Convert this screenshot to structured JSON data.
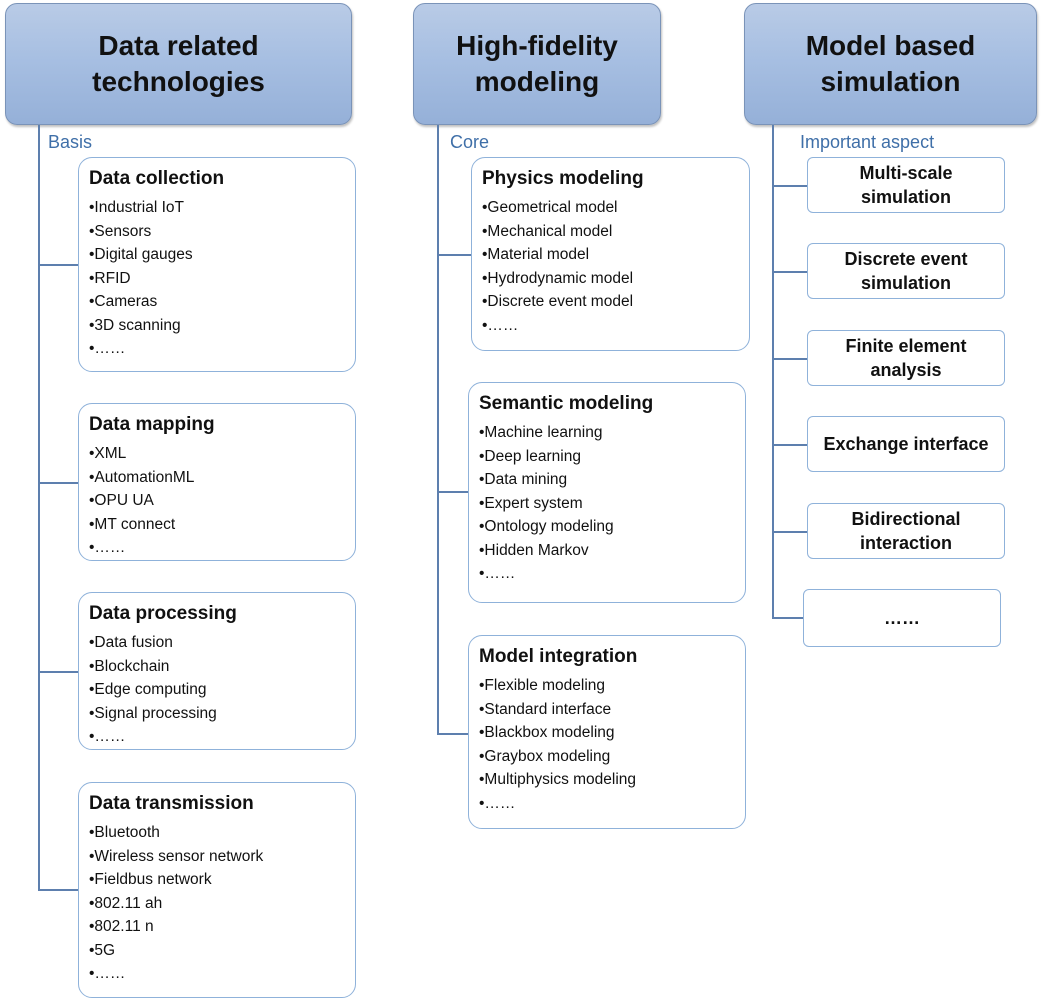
{
  "columns": [
    {
      "header": "Data related\ntechnologies",
      "tag": "Basis",
      "cards": [
        {
          "title": "Data collection",
          "items": [
            "•Industrial IoT",
            "•Sensors",
            "•Digital gauges",
            "•RFID",
            "•Cameras",
            "•3D scanning",
            "•……"
          ]
        },
        {
          "title": "Data mapping",
          "items": [
            "•XML",
            "•AutomationML",
            "•OPU UA",
            "•MT connect",
            "•……"
          ]
        },
        {
          "title": "Data processing",
          "items": [
            "•Data fusion",
            "•Blockchain",
            "•Edge computing",
            "•Signal processing",
            "•……"
          ]
        },
        {
          "title": "Data transmission",
          "items": [
            "•Bluetooth",
            "•Wireless sensor network",
            "•Fieldbus network",
            "•802.11 ah",
            "•802.11 n",
            "•5G",
            "•……"
          ]
        }
      ]
    },
    {
      "header": "High-fidelity\nmodeling",
      "tag": "Core",
      "cards": [
        {
          "title": "Physics modeling",
          "items": [
            "•Geometrical model",
            "•Mechanical model",
            "•Material model",
            "•Hydrodynamic model",
            "•Discrete event model",
            "•……"
          ]
        },
        {
          "title": "Semantic modeling",
          "items": [
            "•Machine learning",
            "•Deep learning",
            "•Data mining",
            "•Expert system",
            "•Ontology modeling",
            "•Hidden Markov",
            "•……"
          ]
        },
        {
          "title": "Model integration",
          "items": [
            "•Flexible modeling",
            "•Standard interface",
            "•Blackbox modeling",
            "•Graybox modeling",
            "•Multiphysics modeling",
            "•……"
          ]
        }
      ]
    },
    {
      "header": "Model based\nsimulation",
      "tag": "Important aspect",
      "boxes": [
        "Multi-scale\nsimulation",
        "Discrete event\nsimulation",
        "Finite element\nanalysis",
        "Exchange interface",
        "Bidirectional\ninteraction",
        "……"
      ]
    }
  ]
}
